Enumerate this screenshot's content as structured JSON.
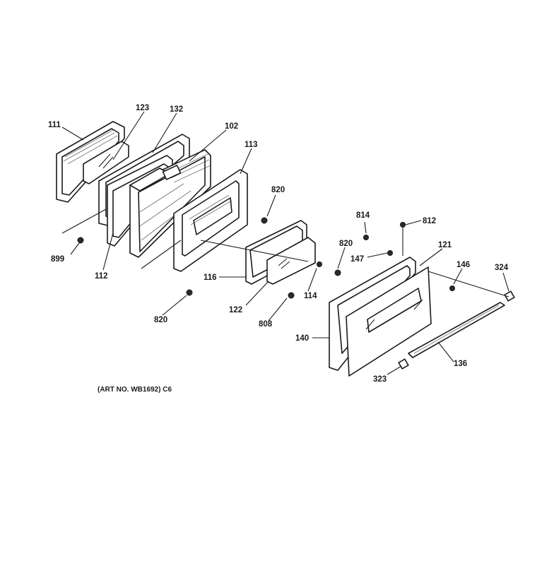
{
  "labels": {
    "p111": "111",
    "p123": "123",
    "p132": "132",
    "p102": "102",
    "p113": "113",
    "p820a": "820",
    "p814": "814",
    "p812": "812",
    "p899": "899",
    "p112": "112",
    "p820b": "820",
    "p147": "147",
    "p121": "121",
    "p146": "146",
    "p324": "324",
    "p116": "116",
    "p820c": "820",
    "p114": "114",
    "p122": "122",
    "p808": "808",
    "p140": "140",
    "p136": "136",
    "p323": "323"
  },
  "caption": "(ART NO. WB1692) C6"
}
